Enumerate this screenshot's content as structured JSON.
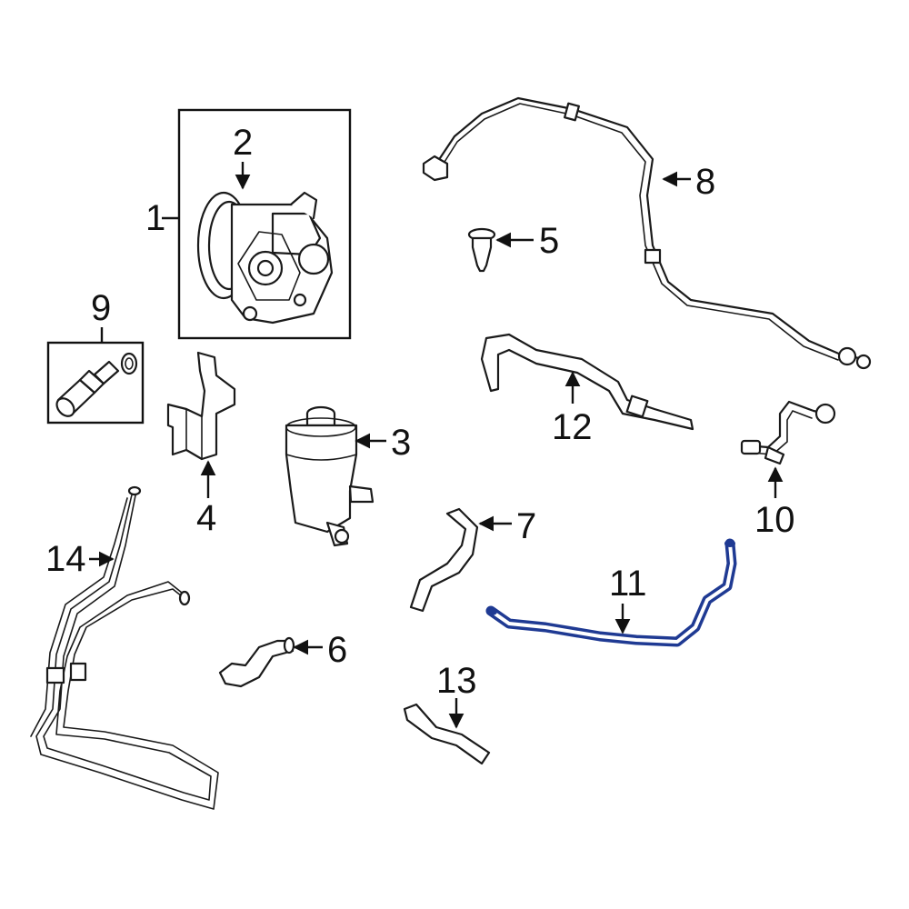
{
  "diagram": {
    "highlight_color": "#1f3a93",
    "line_color": "#1a1a1a",
    "callouts": [
      {
        "id": "c1",
        "label": "1"
      },
      {
        "id": "c2",
        "label": "2"
      },
      {
        "id": "c3",
        "label": "3"
      },
      {
        "id": "c4",
        "label": "4"
      },
      {
        "id": "c5",
        "label": "5"
      },
      {
        "id": "c6",
        "label": "6"
      },
      {
        "id": "c7",
        "label": "7"
      },
      {
        "id": "c8",
        "label": "8"
      },
      {
        "id": "c9",
        "label": "9"
      },
      {
        "id": "c10",
        "label": "10"
      },
      {
        "id": "c11",
        "label": "11"
      },
      {
        "id": "c12",
        "label": "12"
      },
      {
        "id": "c13",
        "label": "13"
      },
      {
        "id": "c14",
        "label": "14"
      }
    ]
  }
}
